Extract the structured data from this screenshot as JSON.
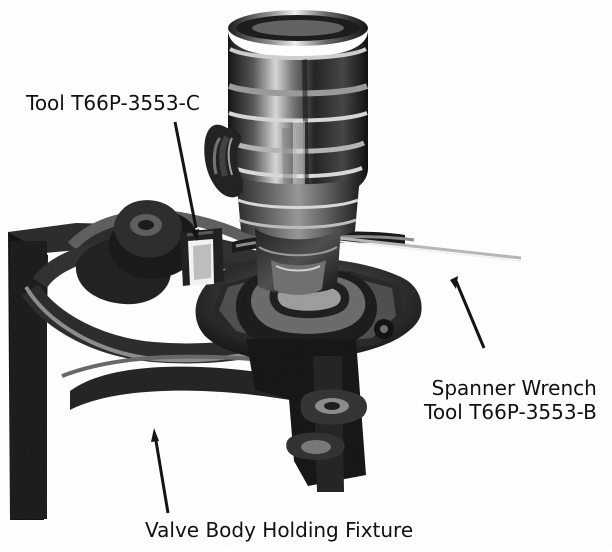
{
  "figure": {
    "labels": {
      "tool_c": "Tool T66P-3553-C",
      "spanner_line1": "Spanner Wrench",
      "spanner_line2": "Tool T66P-3553-B",
      "fixture": "Valve Body Holding Fixture"
    }
  }
}
